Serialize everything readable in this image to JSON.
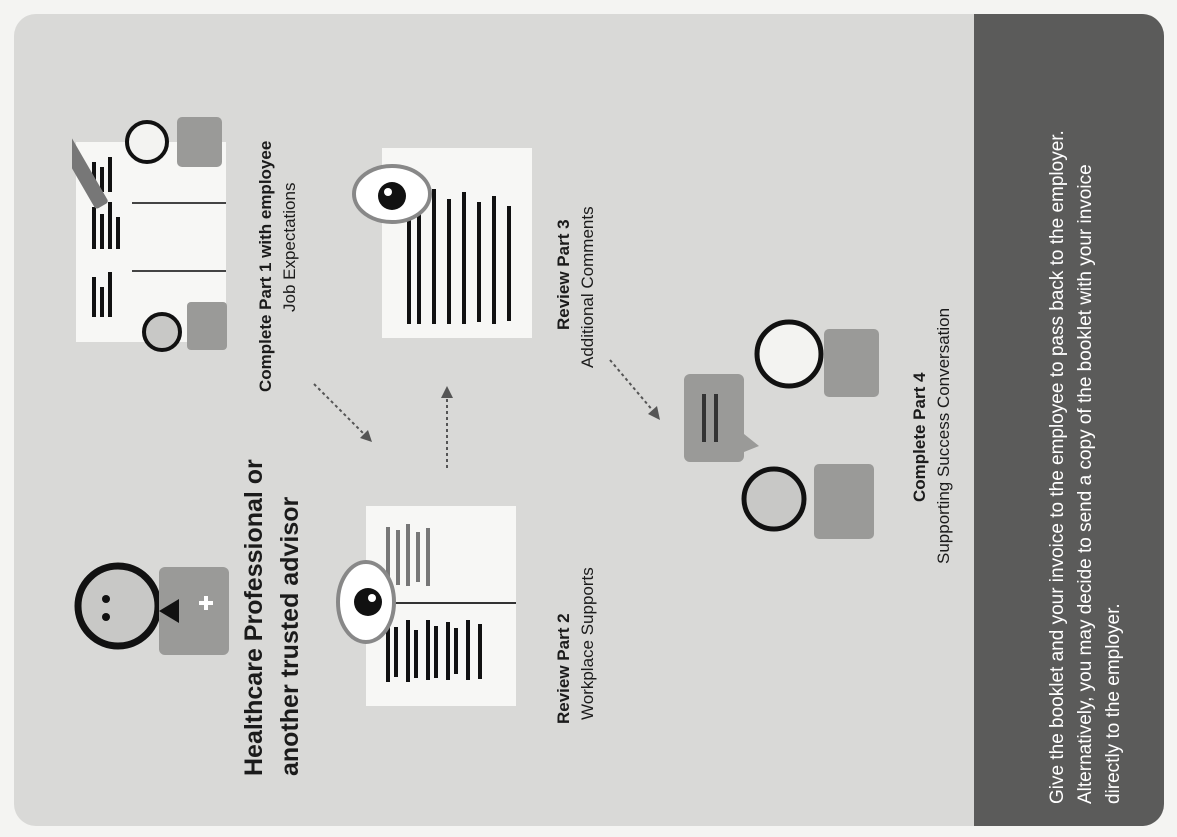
{
  "heading": {
    "line1": "Healthcare Professional or",
    "line2": "another trusted advisor"
  },
  "steps": [
    {
      "title": "Complete Part 1 with employee",
      "subtitle": "Job Expectations"
    },
    {
      "title": "Review Part 2",
      "subtitle": "Workplace Supports"
    },
    {
      "title": "Review Part 3",
      "subtitle": "Additional Comments"
    },
    {
      "title": "Complete Part 4",
      "subtitle": "Supporting Success Conversation"
    }
  ],
  "footer": {
    "text": "Give the booklet and your invoice to the employee to pass back to the employer. Alternatively, you may decide to send a copy of the booklet with your invoice directly to the employer."
  },
  "icons": [
    "doctor-icon",
    "document-icon",
    "eye-icon",
    "pencil-icon",
    "patient-icon",
    "speech-bubble-icon",
    "arrow-icon"
  ],
  "colors": {
    "card_background": "#d9d9d7",
    "footer_background": "#5b5b5a",
    "figure_gray": "#9a9a98",
    "accent_black": "#111111"
  }
}
